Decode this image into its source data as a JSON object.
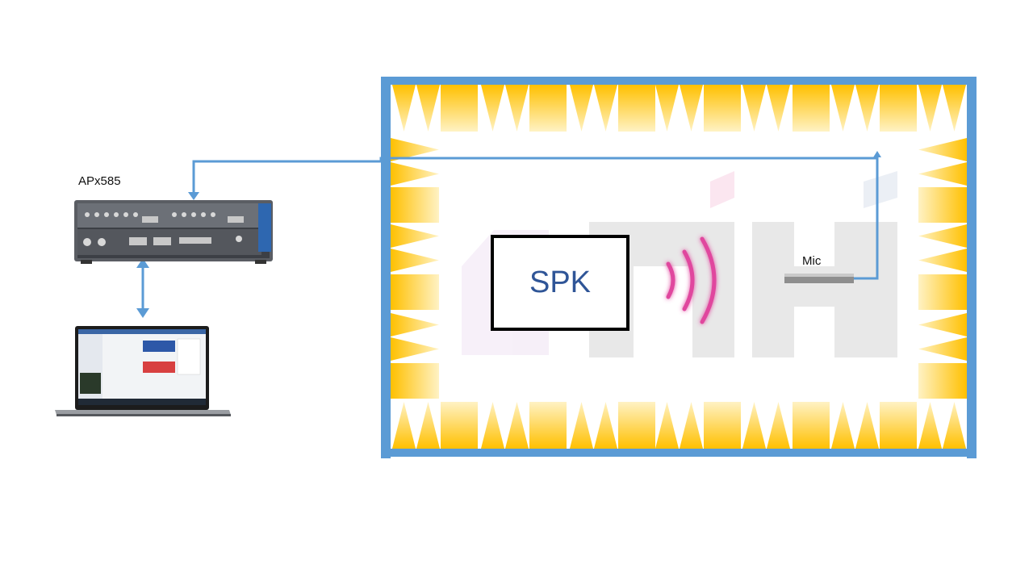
{
  "analyzer": {
    "label": "APx585"
  },
  "speaker": {
    "label": "SPK"
  },
  "microphone": {
    "label": "Mic"
  },
  "colors": {
    "chamber_wall": "#5b9bd5",
    "absorber": "#ffc000",
    "absorber_light": "#fff2c4",
    "cable": "#5b9bd5",
    "sound_wave": "#e0479e",
    "spk_text": "#2f5597"
  }
}
